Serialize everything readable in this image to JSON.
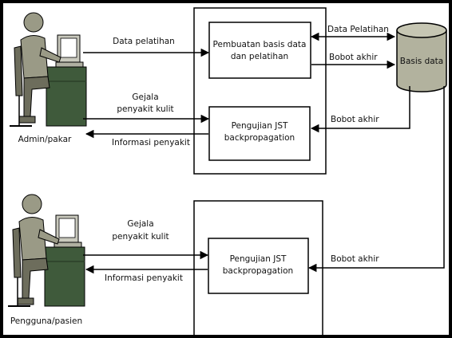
{
  "actors": {
    "admin": {
      "label": "Admin/pakar"
    },
    "user": {
      "label": "Pengguna/pasien"
    }
  },
  "processes": {
    "training": {
      "line1": "Pembuatan basis data",
      "line2": "dan pelatihan"
    },
    "testing_top": {
      "line1": "Pengujian JST",
      "line2": "backpropagation"
    },
    "testing_bottom": {
      "line1": "Pengujian JST",
      "line2": "backpropagation"
    }
  },
  "datastore": {
    "label": "Basis data"
  },
  "flows": {
    "admin_training_data": "Data pelatihan",
    "training_to_db_data": "Data Pelatihan",
    "training_to_db_weights": "Bobot akhir",
    "admin_symptoms_line1": "Gejala",
    "admin_symptoms_line2": "penyakit kulit",
    "admin_info": "Informasi penyakit",
    "db_to_top_test_weights": "Bobot akhir",
    "user_symptoms_line1": "Gejala",
    "user_symptoms_line2": "penyakit kulit",
    "user_info": "Informasi penyakit",
    "db_to_bottom_test_weights": "Bobot akhir"
  },
  "colors": {
    "line": "#000000",
    "person_body": "#9a9a86",
    "person_dark": "#6d6d5c",
    "desk": "#3f5a3b",
    "desk_dark": "#2c4029",
    "monitor": "#c9c9bd",
    "monitor_screen": "#ffffff",
    "db_fill": "#b2b29e"
  }
}
